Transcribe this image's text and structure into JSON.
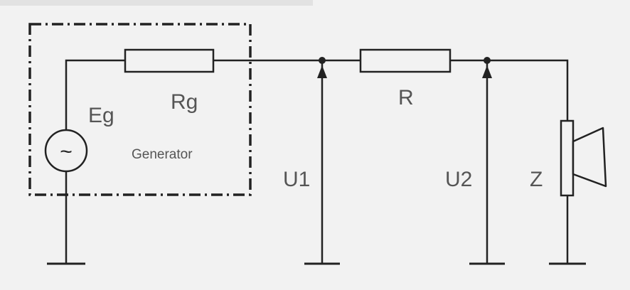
{
  "diagram": {
    "labels": {
      "eg": "Eg",
      "rg": "Rg",
      "generator": "Generator",
      "r": "R",
      "u1": "U1",
      "u2": "U2",
      "z": "Z"
    },
    "source_symbol": "~",
    "colors": {
      "background": "#f2f2f2",
      "wire": "#222222",
      "label": "#555555"
    },
    "icons": {
      "source": "ac-voltage-source-icon",
      "loudspeaker": "loudspeaker-icon",
      "ground": "ground-icon"
    }
  }
}
